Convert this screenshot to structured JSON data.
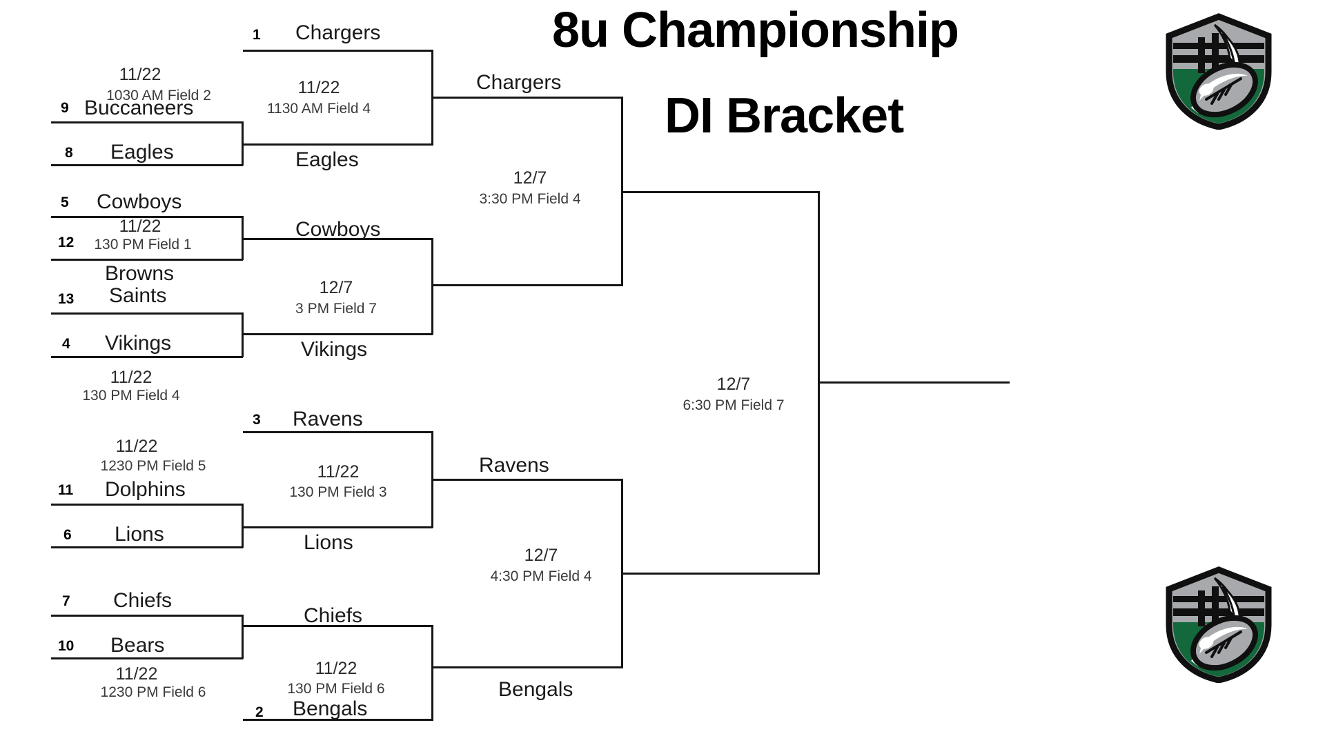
{
  "header": {
    "title_line_1": "8u Championship",
    "title_line_2": "DI Bracket",
    "logo_name": "football-shield-logo",
    "logo_colors": {
      "green": "#13693C",
      "gray": "#A7A9AC",
      "black": "#101010",
      "white": "#FFFFFF"
    }
  },
  "bracket": {
    "round_1": {
      "games": [
        {
          "date": "11/22",
          "time_field": "1030 AM Field 2"
        },
        {
          "date": "11/22",
          "time_field": "130 PM Field 1"
        },
        {
          "date": "11/22",
          "time_field": "130 PM Field 4"
        },
        {
          "date": "11/22",
          "time_field": "1230 PM Field 5"
        },
        {
          "date": "11/22",
          "time_field": "1230 PM Field 6"
        }
      ]
    },
    "round_2": {
      "games": [
        {
          "date": "11/22",
          "time_field": "1130 AM Field 4"
        },
        {
          "date": "12/7",
          "time_field": "3 PM Field 7"
        },
        {
          "date": "11/22",
          "time_field": "130 PM Field 3"
        },
        {
          "date": "11/22",
          "time_field": "130 PM Field 6"
        }
      ]
    },
    "round_3": {
      "games": [
        {
          "date": "12/7",
          "time_field": "3:30 PM Field 4"
        },
        {
          "date": "12/7",
          "time_field": "4:30 PM Field 4"
        }
      ]
    },
    "final": {
      "date": "12/7",
      "time_field": "6:30 PM Field 7"
    },
    "slots": {
      "r1_buccaneers": {
        "seed": "9",
        "team": "Buccaneers"
      },
      "r1_eagles": {
        "seed": "8",
        "team": "Eagles"
      },
      "r1_cowboys": {
        "seed": "5",
        "team": "Cowboys"
      },
      "r1_browns": {
        "seed": "12",
        "team": "Browns"
      },
      "r1_saints": {
        "seed": "13",
        "team": "Saints"
      },
      "r1_vikings": {
        "seed": "4",
        "team": "Vikings"
      },
      "r1_dolphins": {
        "seed": "11",
        "team": "Dolphins"
      },
      "r1_lions": {
        "seed": "6",
        "team": "Lions"
      },
      "r1_chiefs": {
        "seed": "7",
        "team": "Chiefs"
      },
      "r1_bears": {
        "seed": "10",
        "team": "Bears"
      },
      "r2_chargers": {
        "seed": "1",
        "team": "Chargers"
      },
      "r2_eagles": {
        "seed": "",
        "team": "Eagles"
      },
      "r2_cowboys": {
        "seed": "",
        "team": "Cowboys"
      },
      "r2_vikings": {
        "seed": "",
        "team": "Vikings"
      },
      "r2_ravens": {
        "seed": "3",
        "team": "Ravens"
      },
      "r2_lions": {
        "seed": "",
        "team": "Lions"
      },
      "r2_chiefs": {
        "seed": "",
        "team": "Chiefs"
      },
      "r2_bengals": {
        "seed": "2",
        "team": "Bengals"
      },
      "r3_chargers": {
        "seed": "",
        "team": "Chargers"
      },
      "r3_ravens": {
        "seed": "",
        "team": "Ravens"
      },
      "r3_bengals": {
        "seed": "",
        "team": "Bengals"
      }
    }
  }
}
